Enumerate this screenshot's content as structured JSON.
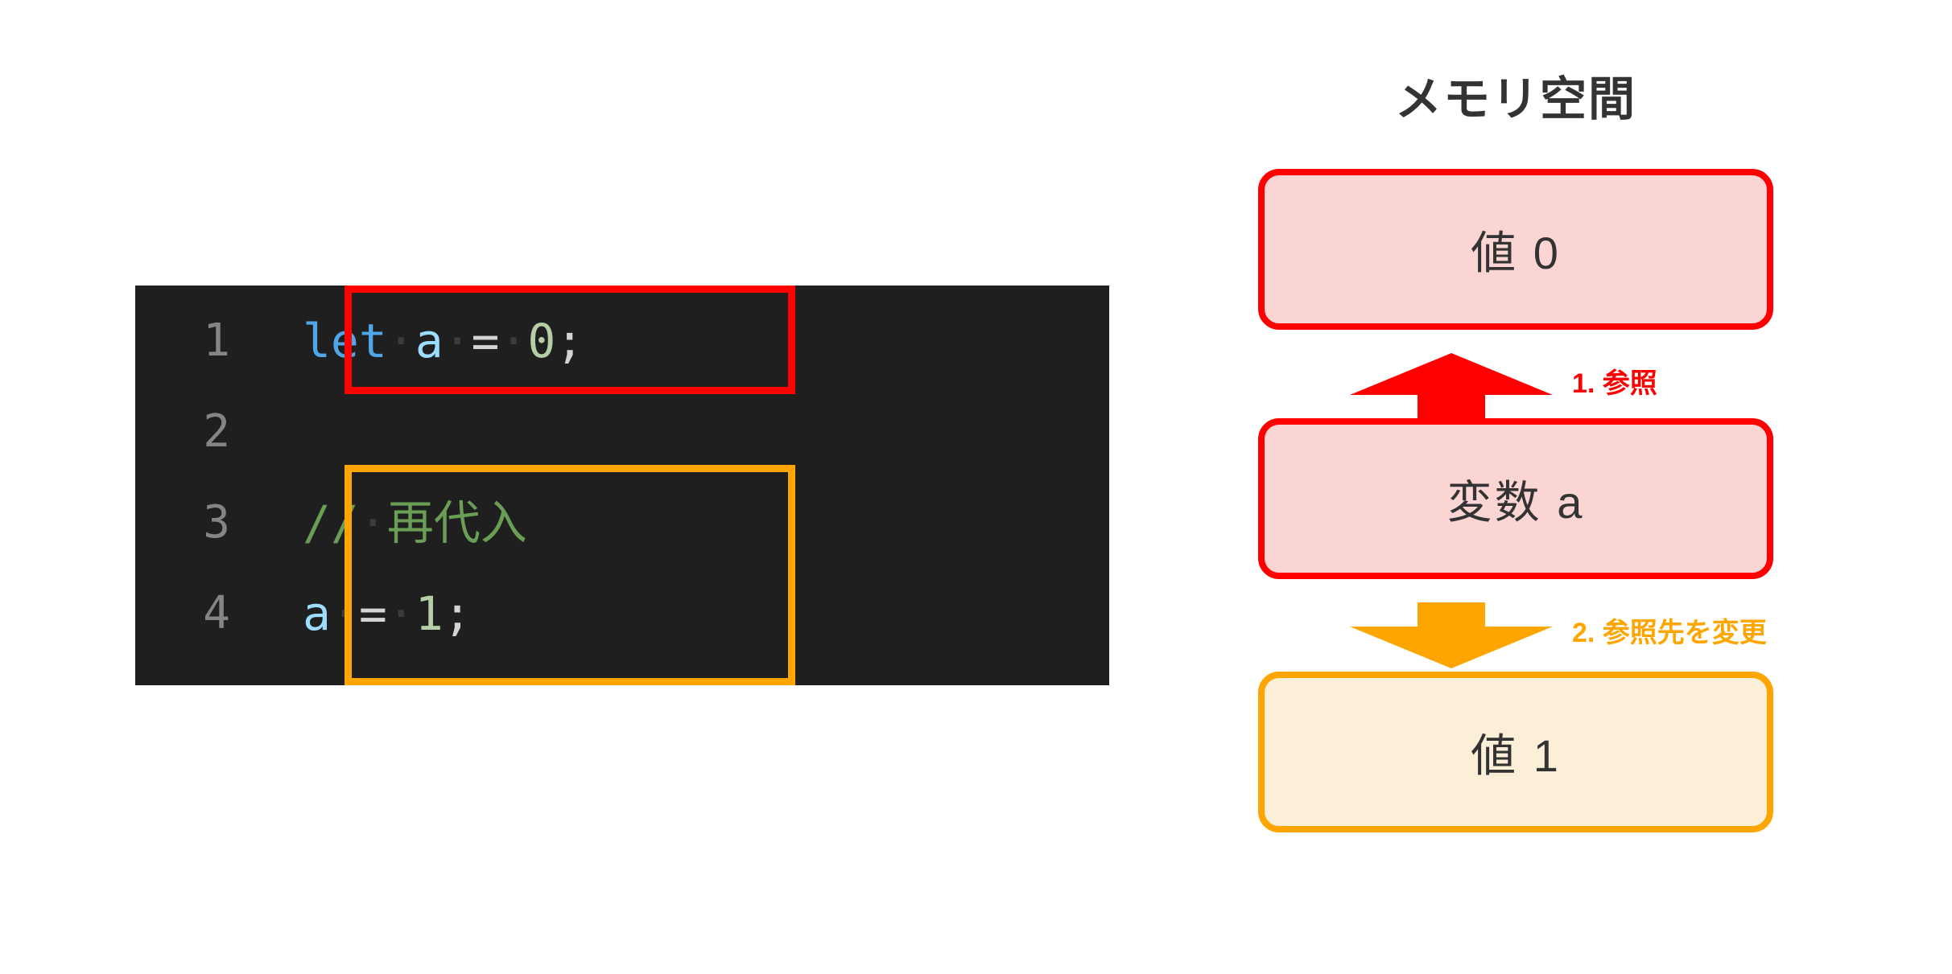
{
  "editor": {
    "background": "#1f1f1f",
    "line_number_color": "#858585",
    "lines": [
      {
        "number": "1",
        "tokens": [
          {
            "t": "let",
            "cls": "kw"
          },
          {
            "t": "·",
            "cls": "ws"
          },
          {
            "t": "a",
            "cls": "var"
          },
          {
            "t": "·",
            "cls": "ws"
          },
          {
            "t": "=",
            "cls": "op"
          },
          {
            "t": "·",
            "cls": "ws"
          },
          {
            "t": "0",
            "cls": "num"
          },
          {
            "t": ";",
            "cls": "punc"
          }
        ],
        "plain": "let a = 0;"
      },
      {
        "number": "2",
        "tokens": [],
        "plain": ""
      },
      {
        "number": "3",
        "tokens": [
          {
            "t": "//",
            "cls": "cmt"
          },
          {
            "t": "·",
            "cls": "ws"
          },
          {
            "t": "再代入",
            "cls": "cmt"
          }
        ],
        "plain": "// 再代入"
      },
      {
        "number": "4",
        "tokens": [
          {
            "t": "a",
            "cls": "var"
          },
          {
            "t": "·",
            "cls": "ws"
          },
          {
            "t": "=",
            "cls": "op"
          },
          {
            "t": "·",
            "cls": "ws"
          },
          {
            "t": "1",
            "cls": "num"
          },
          {
            "t": ";",
            "cls": "punc"
          }
        ],
        "plain": "a = 1;"
      }
    ],
    "highlights": [
      {
        "name": "declaration-highlight",
        "color": "#ff0000",
        "lines": [
          "1"
        ]
      },
      {
        "name": "reassignment-highlight",
        "color": "#ffa500",
        "lines": [
          "3",
          "4"
        ]
      }
    ]
  },
  "diagram": {
    "title": "メモリ空間",
    "boxes": [
      {
        "id": "value0",
        "label": "値 0",
        "fill": "#fbd4d4",
        "border": "#ff0000"
      },
      {
        "id": "variable",
        "label": "変数 a",
        "fill": "#fbd4d4",
        "border": "#ff0000"
      },
      {
        "id": "value1",
        "label": "値 1",
        "fill": "#fcefd7",
        "border": "#ffa500"
      }
    ],
    "arrows": [
      {
        "id": "reference",
        "direction": "up",
        "color": "#ff0000",
        "label": "1. 参照"
      },
      {
        "id": "change-ref",
        "direction": "down",
        "color": "#ffa500",
        "label": "2. 参照先を変更"
      }
    ]
  }
}
